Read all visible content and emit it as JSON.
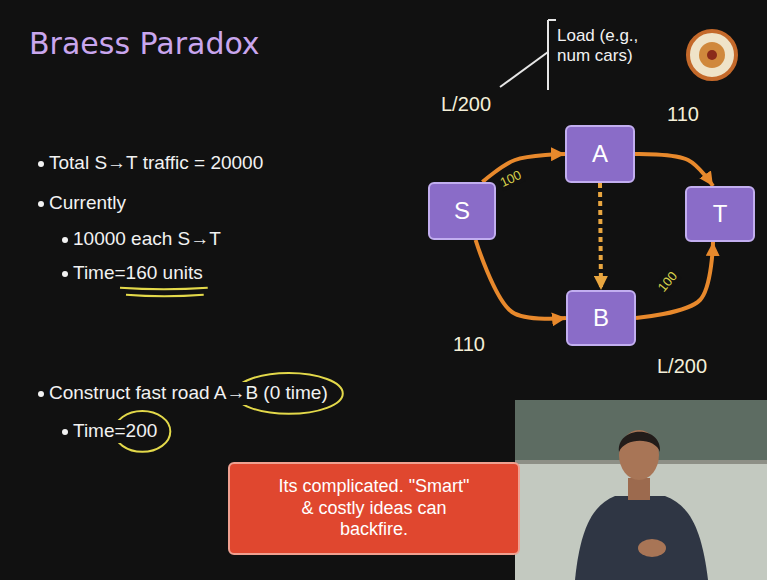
{
  "diagram": {
    "title": "Braess Paradox",
    "nodes": [
      {
        "text": [
          "A"
        ]
      },
      {
        "text": [
          "S"
        ]
      },
      {
        "text": [
          "T"
        ]
      },
      {
        "text": [
          "B"
        ]
      },
      {
        "text": [
          "Its complicated. \"Smart\" & costly ideas can backfire."
        ]
      }
    ],
    "edges": [
      {
        "from": 1,
        "to": 0,
        "label": "L/200",
        "arrow": "to"
      },
      {
        "from": 0,
        "to": 2,
        "label": "110",
        "arrow": "to"
      },
      {
        "from": 1,
        "to": 3,
        "label": "110",
        "arrow": "to"
      },
      {
        "from": 3,
        "to": 2,
        "label": "L/200",
        "arrow": "to"
      },
      {
        "from": 0,
        "to": 3,
        "arrow": "to"
      }
    ],
    "labels": [
      "Load (e.g., num cars)",
      "Total S→T traffic = 20000",
      "Currently",
      "10000 each S→T",
      "Time=160 units",
      "100",
      "100",
      "Construct fast road A→B (0 time)",
      "Time=200"
    ]
  }
}
